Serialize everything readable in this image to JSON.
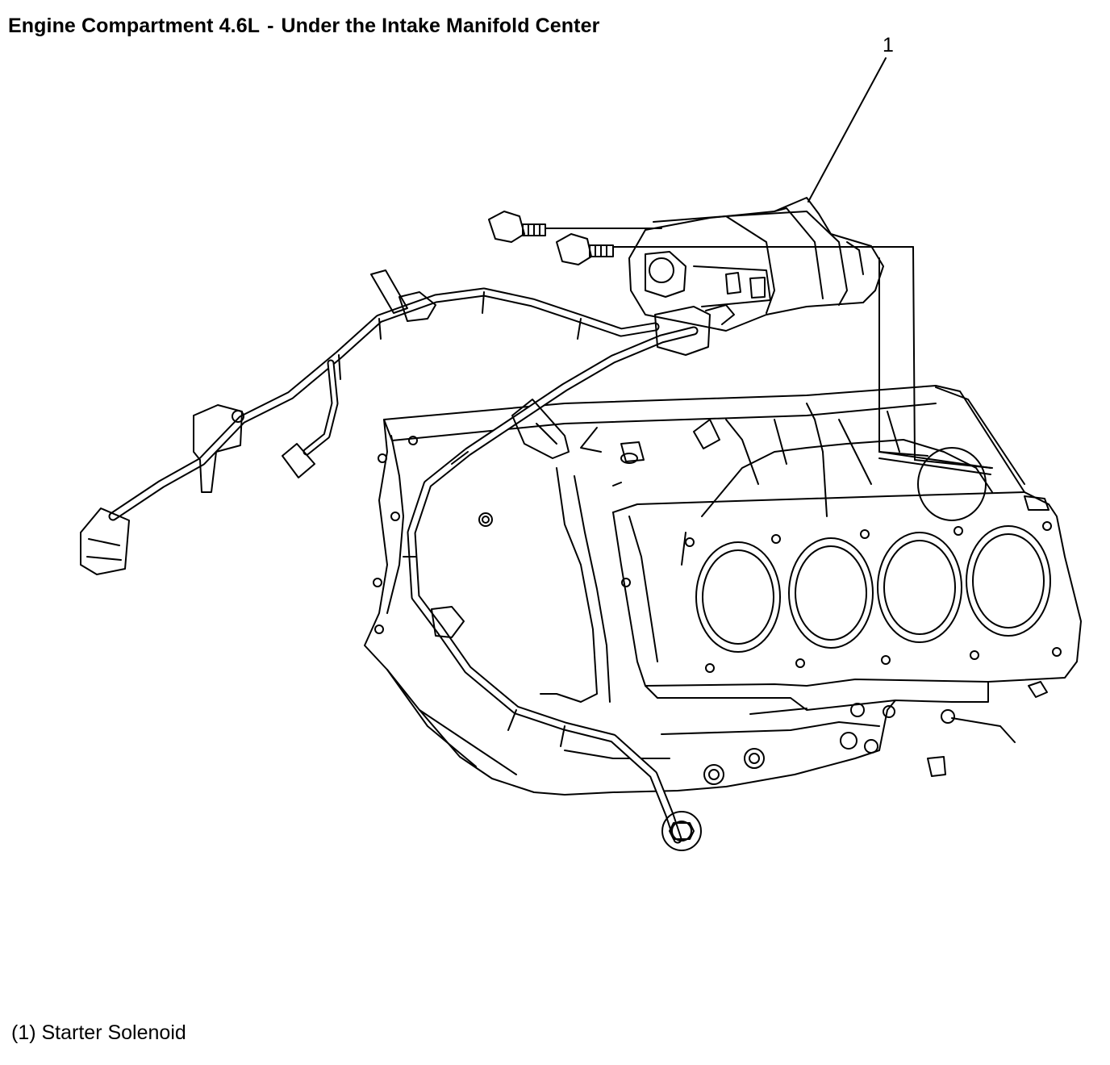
{
  "title": {
    "main": "Engine Compartment 4.6L",
    "separator": "-",
    "sub": "Under the Intake Manifold Center"
  },
  "callout": {
    "number": "1"
  },
  "legend": {
    "item1": "(1) Starter Solenoid"
  }
}
